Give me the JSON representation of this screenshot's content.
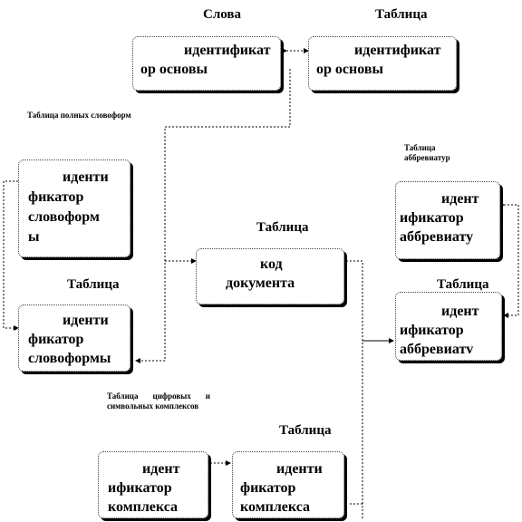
{
  "labels": {
    "slova": "Слова",
    "tablitsa_top": "Таблица",
    "full_forms": "Таблица полных словоформ",
    "abbr_title": "Таблица аббревиатур",
    "doc_table": "Таблица",
    "wordform_table": "Таблица",
    "abbr_table": "Таблица",
    "complex_title": "Таблица цифровых и символьных комплексов",
    "complex_table": "Таблица"
  },
  "boxes": {
    "words_base": [
      "идентификат",
      "ор основы"
    ],
    "table_base": [
      "идентификат",
      "ор основы"
    ],
    "full_wordform": [
      "иденти",
      "фикатор",
      "словоформ",
      "ы"
    ],
    "wordform": [
      "иденти",
      "фикатор",
      "словоформы"
    ],
    "document": [
      "код",
      "документа"
    ],
    "abbr1": [
      "идент",
      "ификатор",
      "аббревиату"
    ],
    "abbr2": [
      "идент",
      "ификатор",
      "аббревиатv"
    ],
    "complex1": [
      "идент",
      "ификатор",
      "комплекса"
    ],
    "complex2": [
      "иденти",
      "фикатор",
      "комплекса"
    ]
  }
}
